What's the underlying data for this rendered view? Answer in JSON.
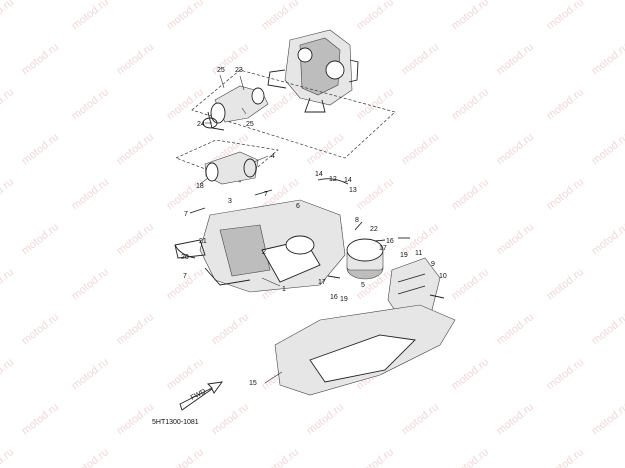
{
  "watermark": {
    "text": "motod.ru"
  },
  "figure_code": "5HT1300-1081",
  "fwd_label": "FWD",
  "part_numbers": [
    "25",
    "23",
    "24",
    "25",
    "4",
    "18",
    "14",
    "12",
    "14",
    "13",
    "6",
    "3",
    "7",
    "7",
    "8",
    "22",
    "16",
    "19",
    "17",
    "21",
    "20",
    "11",
    "9",
    "5",
    "17",
    "16",
    "19",
    "1",
    "2",
    "10",
    "15",
    "7"
  ]
}
